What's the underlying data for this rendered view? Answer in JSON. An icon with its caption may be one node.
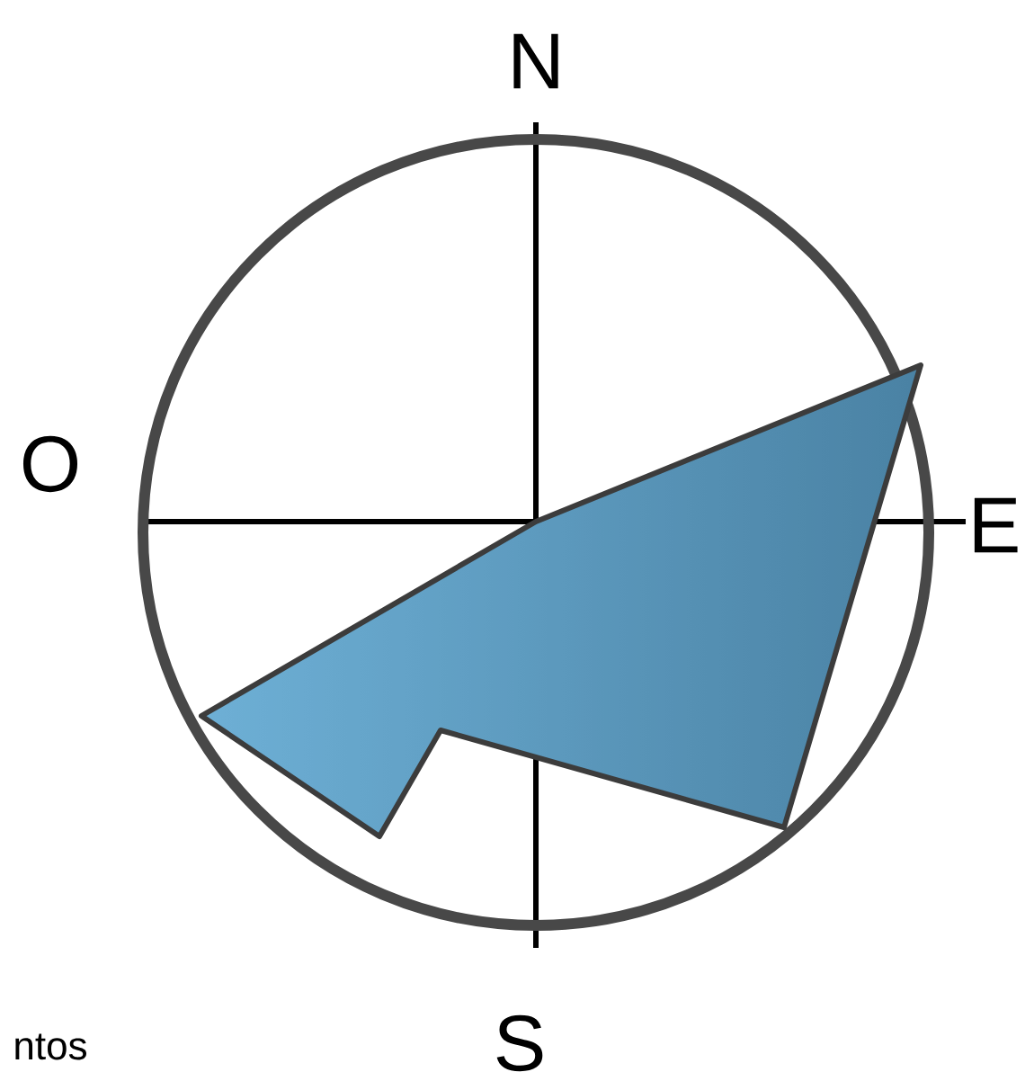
{
  "diagram": {
    "labels": [
      "N",
      "O",
      "E",
      "S",
      "ntos"
    ]
  }
}
